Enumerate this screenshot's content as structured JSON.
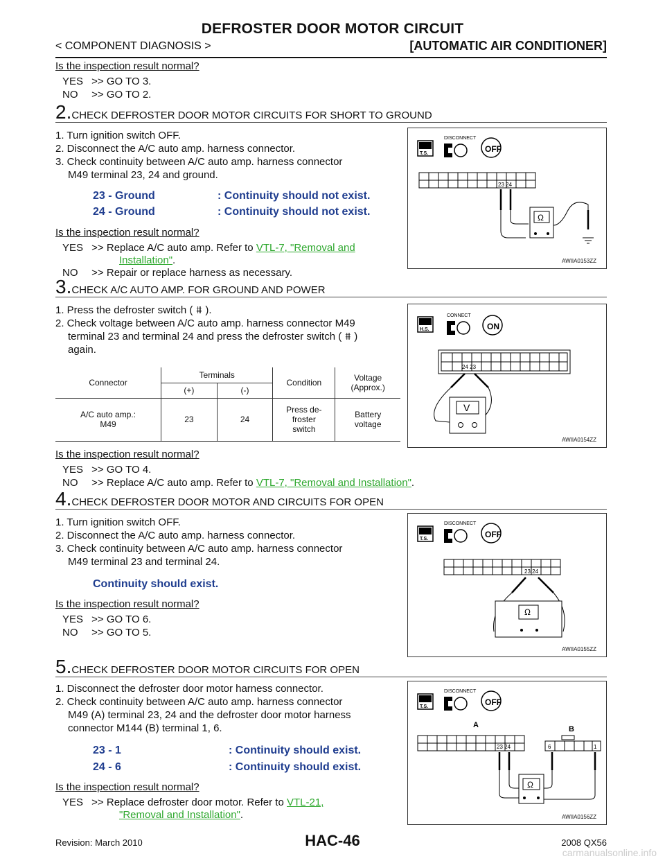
{
  "header": {
    "title": "DEFROSTER DOOR MOTOR CIRCUIT",
    "breadcrumb": "< COMPONENT DIAGNOSIS >",
    "section": "[AUTOMATIC AIR CONDITIONER]"
  },
  "intro": {
    "question": "Is the inspection result normal?",
    "yes": "YES",
    "no": "NO",
    "yes_action": ">> GO TO 3.",
    "no_action": ">> GO TO 2."
  },
  "step2": {
    "num": "2.",
    "heading": "CHECK DEFROSTER DOOR MOTOR CIRCUITS FOR SHORT TO GROUND",
    "items": [
      "1. Turn ignition switch OFF.",
      "2. Disconnect the A/C auto amp. harness connector.",
      "3. Check continuity between A/C auto amp. harness connector",
      "M49 terminal 23, 24 and ground."
    ],
    "spec": [
      {
        "term": "23 - Ground",
        "value": ": Continuity should not exist."
      },
      {
        "term": "24 - Ground",
        "value": ": Continuity should not exist."
      }
    ],
    "question": "Is the inspection result normal?",
    "yes_prefix": ">> Replace A/C auto amp. Refer to ",
    "yes_link": "VTL-7, \"Removal and",
    "yes_link2": "Installation\"",
    "yes_suffix": ".",
    "no_action": ">> Repair or replace harness as necessary.",
    "figure": {
      "code": "AWIIA0153ZZ",
      "ts": "T.S.",
      "mode": "DISCONNECT",
      "switch": "OFF",
      "pins": "23 24",
      "meter": "Ω"
    }
  },
  "step3": {
    "num": "3.",
    "heading": "CHECK A/C AUTO AMP. FOR GROUND AND POWER",
    "item1a": "1. Press the defroster switch (",
    "item1b": ").",
    "item2a": "2. Check voltage between A/C auto amp. harness connector M49",
    "item2b": "terminal 23 and terminal 24 and press the defroster switch (",
    "item2c": ")",
    "item2d": "again.",
    "table": {
      "connector_h": "Connector",
      "terminals_h": "Terminals",
      "plus_h": "(+)",
      "minus_h": "(-)",
      "condition_h": "Condition",
      "voltage_h1": "Voltage",
      "voltage_h2": "(Approx.)",
      "row_conn1": "A/C auto amp.:",
      "row_conn2": "M49",
      "row_plus": "23",
      "row_minus": "24",
      "row_cond1": "Press de-",
      "row_cond2": "froster",
      "row_cond3": "switch",
      "row_volt1": "Battery",
      "row_volt2": "voltage"
    },
    "question": "Is the inspection result normal?",
    "yes_action": ">> GO TO 4.",
    "no_prefix": ">> Replace A/C auto amp. Refer to ",
    "no_link": "VTL-7, \"Removal and Installation\"",
    "no_suffix": ".",
    "figure": {
      "code": "AWIIA0154ZZ",
      "ts": "H.S.",
      "mode": "CONNECT",
      "switch": "ON",
      "pins": "24 23",
      "meter": "V"
    }
  },
  "step4": {
    "num": "4.",
    "heading": "CHECK DEFROSTER DOOR MOTOR AND CIRCUITS FOR OPEN",
    "items": [
      "1. Turn ignition switch OFF.",
      "2. Disconnect the A/C auto amp. harness connector.",
      "3. Check continuity between A/C auto amp. harness connector",
      "M49 terminal 23 and terminal 24."
    ],
    "spec": "Continuity should exist.",
    "question": "Is the inspection result normal?",
    "yes_action": ">> GO TO 6.",
    "no_action": ">> GO TO 5.",
    "figure": {
      "code": "AWIIA0155ZZ",
      "ts": "T.S.",
      "mode": "DISCONNECT",
      "switch": "OFF",
      "pins": "23 24",
      "meter": "Ω"
    }
  },
  "step5": {
    "num": "5.",
    "heading": "CHECK DEFROSTER DOOR MOTOR CIRCUITS FOR OPEN",
    "items": [
      "1. Disconnect the defroster door motor harness connector.",
      "2. Check continuity between A/C auto amp. harness connector",
      "M49 (A) terminal 23, 24 and the defroster door motor harness",
      "connector M144 (B) terminal 1, 6."
    ],
    "spec": [
      {
        "term": "23 - 1",
        "value": ": Continuity should exist."
      },
      {
        "term": "24 - 6",
        "value": ": Continuity should exist."
      }
    ],
    "question": "Is the inspection result normal?",
    "yes_prefix": ">> Replace defroster door motor. Refer to ",
    "yes_link": "VTL-21,",
    "yes_link2": "\"Removal and Installation\"",
    "yes_suffix": ".",
    "figure": {
      "code": "AWIIA0156ZZ",
      "ts": "T.S.",
      "mode": "DISCONNECT",
      "switch": "OFF",
      "pins": "23 24",
      "meter": "Ω",
      "label_a": "A",
      "label_b": "B",
      "pin6": "6",
      "pin1": "1"
    }
  },
  "footer": {
    "revision": "Revision: March 2010",
    "page": "HAC-46",
    "model": "2008 QX56",
    "watermark": "carmanualsonline.info"
  }
}
